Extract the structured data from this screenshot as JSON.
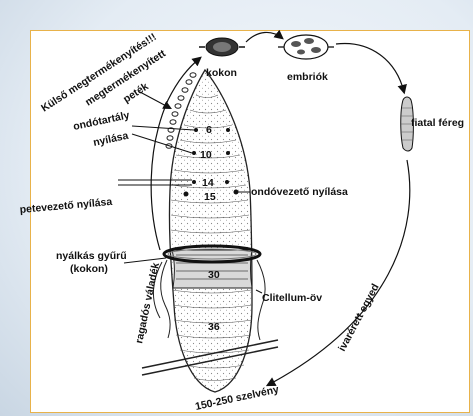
{
  "labels": {
    "external_fertilization": "Külső megtermékenyítés!!!",
    "fertilized_eggs_line1": "megtermékenyített",
    "fertilized_eggs_line2": "peték",
    "cocoon": "kokon",
    "embryos": "embriók",
    "young_worm": "fiatal féreg",
    "seminal_receptacle_line1": "ondótartály",
    "seminal_receptacle_line2": "nyílása",
    "oviduct_opening": "petevezető nyílása",
    "sperm_duct_opening": "ondóvezető nyílása",
    "mucus_ring_line1": "nyálkás gyűrű",
    "mucus_ring_line2": "(kokon)",
    "sticky_secretion": "ragadós váladék",
    "clitellum_belt": "Clitellum-öv",
    "mature_individual": "ivarérett egyed",
    "segments": "150-250 szelvény"
  },
  "segment_numbers": {
    "s6": "6",
    "s10": "10",
    "s14": "14",
    "s15": "15",
    "s30": "30",
    "s36": "36"
  },
  "colors": {
    "frame": "#e8b24a",
    "ink": "#111111"
  }
}
